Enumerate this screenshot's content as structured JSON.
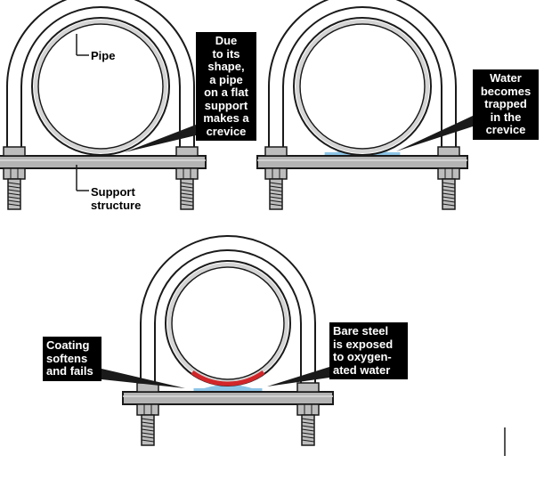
{
  "colors": {
    "outline": "#1a1a1a",
    "u_bolt": "#ffffff",
    "pipe_fill": "#ffffff",
    "pipe_ring": "#d4d4d4",
    "support_fill": "#b4b4b4",
    "bolt_fill": "#bdbdbd",
    "water": "#8cc4e6",
    "corrosion": "#d2262a",
    "callout_bg": "#000000",
    "callout_text": "#ffffff"
  },
  "panels": [
    {
      "id": "crevice",
      "labels": {
        "pipe": "Pipe",
        "support": [
          "Support",
          "structure"
        ]
      },
      "callout": [
        "Due",
        "to its",
        "shape,",
        "a pipe",
        "on a flat",
        "support",
        "makes a",
        "crevice"
      ]
    },
    {
      "id": "water",
      "callout": [
        "Water",
        "becomes",
        "trapped",
        "in the",
        "crevice"
      ]
    },
    {
      "id": "corrosion",
      "callout_left": [
        "Coating",
        "softens",
        "and fails"
      ],
      "callout_right": [
        "Bare steel",
        "is exposed",
        "to oxygen-",
        "ated water"
      ]
    }
  ]
}
